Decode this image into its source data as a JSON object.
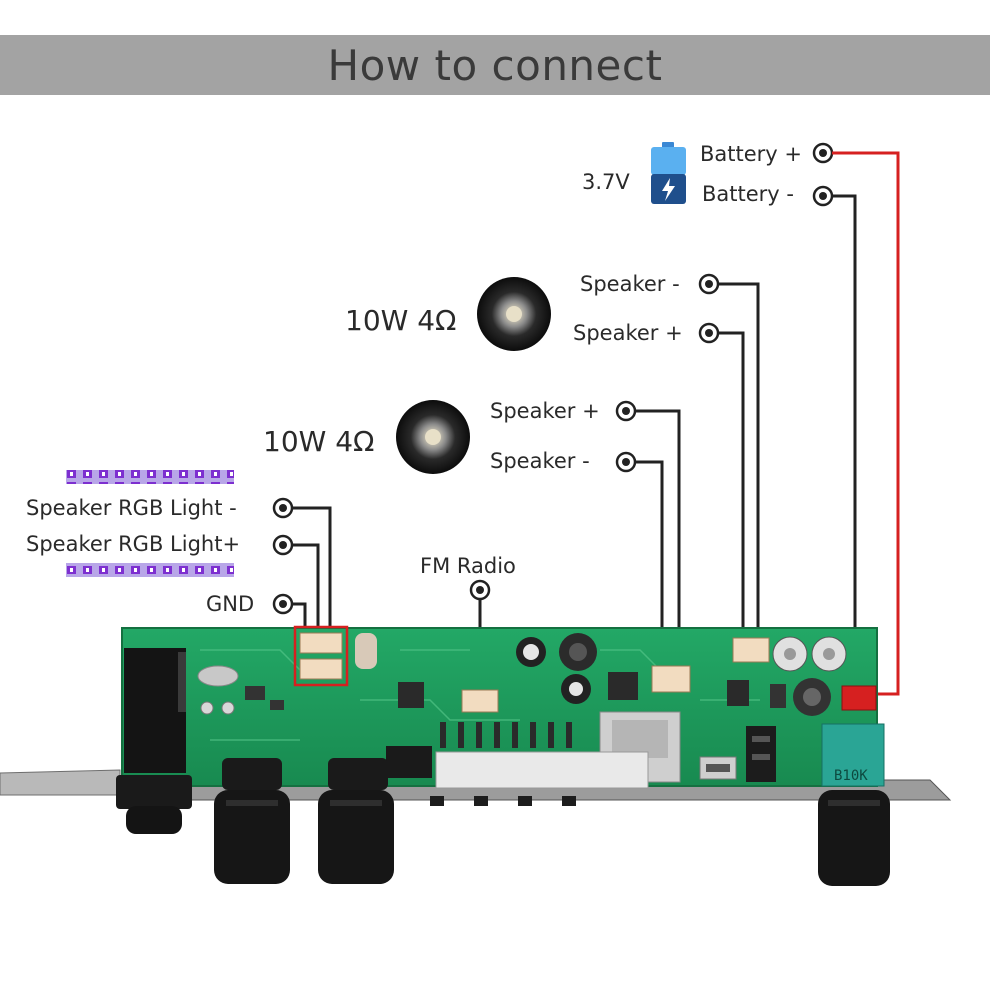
{
  "title": "How to connect",
  "battery": {
    "voltage": "3.7V",
    "plus_label": "Battery +",
    "minus_label": "Battery -"
  },
  "speakers": [
    {
      "rating": "10W 4Ω",
      "minus_label": "Speaker -",
      "plus_label": "Speaker +"
    },
    {
      "rating": "10W 4Ω",
      "plus_label": "Speaker +",
      "minus_label": "Speaker -"
    }
  ],
  "rgb_light": {
    "minus_label": "Speaker RGB Light -",
    "plus_label": "Speaker RGB Light+",
    "gnd_label": "GND"
  },
  "fm_radio_label": "FM Radio",
  "board_silkscreen": "B10K",
  "colors": {
    "title_bar": "#a3a3a3",
    "pcb_green": "#1f9a5c",
    "wire_dark": "#222222",
    "wire_red": "#d62020",
    "led_strip": "#8b3fd9"
  }
}
